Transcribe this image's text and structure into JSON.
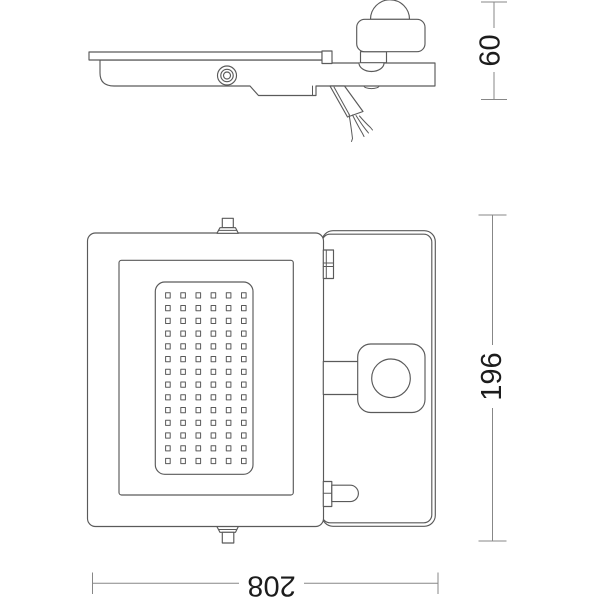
{
  "palette": {
    "background": "#ffffff",
    "drawing_line": "#5a5a5a",
    "dimension_line": "#878787",
    "dimension_text": "#1c1c1c"
  },
  "front_view": {
    "led_grid": {
      "columns": 6,
      "rows": 14
    }
  },
  "dimensions": {
    "depth": {
      "value": "60"
    },
    "height": {
      "value": "196"
    },
    "width": {
      "value": "208"
    }
  }
}
